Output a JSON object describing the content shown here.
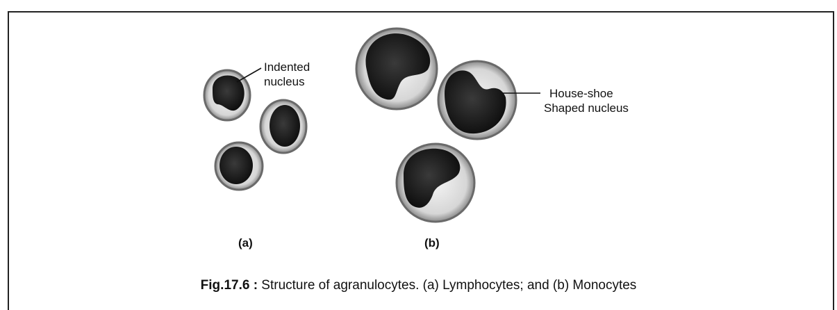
{
  "labels": {
    "lymphocyte_pointer_line1": "Indented",
    "lymphocyte_pointer_line2": "nucleus",
    "monocyte_pointer_line1": "House-shoe",
    "monocyte_pointer_line2": "Shaped nucleus"
  },
  "panels": {
    "a": "(a)",
    "b": "(b)"
  },
  "caption": {
    "prefix": "Fig.17.6 :",
    "text": " Structure of agranulocytes. (a) Lymphocytes; and (b) Monocytes"
  }
}
